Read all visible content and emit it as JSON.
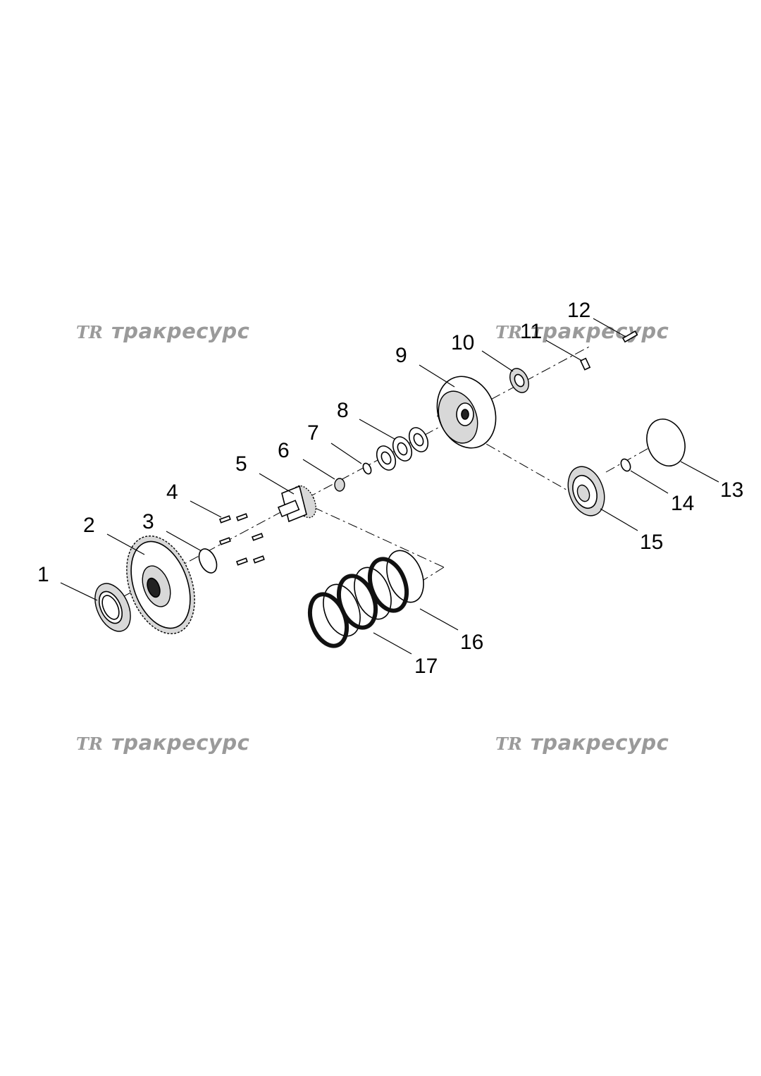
{
  "watermark": {
    "logo": "TR",
    "text": "тракресурс"
  },
  "callouts": [
    {
      "id": "1",
      "label": "1"
    },
    {
      "id": "2",
      "label": "2"
    },
    {
      "id": "3",
      "label": "3"
    },
    {
      "id": "4",
      "label": "4"
    },
    {
      "id": "5",
      "label": "5"
    },
    {
      "id": "6",
      "label": "6"
    },
    {
      "id": "7",
      "label": "7"
    },
    {
      "id": "8",
      "label": "8"
    },
    {
      "id": "9",
      "label": "9"
    },
    {
      "id": "10",
      "label": "10"
    },
    {
      "id": "11",
      "label": "11"
    },
    {
      "id": "12",
      "label": "12"
    },
    {
      "id": "13",
      "label": "13"
    },
    {
      "id": "14",
      "label": "14"
    },
    {
      "id": "15",
      "label": "15"
    },
    {
      "id": "16",
      "label": "16"
    },
    {
      "id": "17",
      "label": "17"
    }
  ],
  "colors": {
    "line": "#000000",
    "watermark": "#9a9a9a",
    "background": "#ffffff"
  }
}
